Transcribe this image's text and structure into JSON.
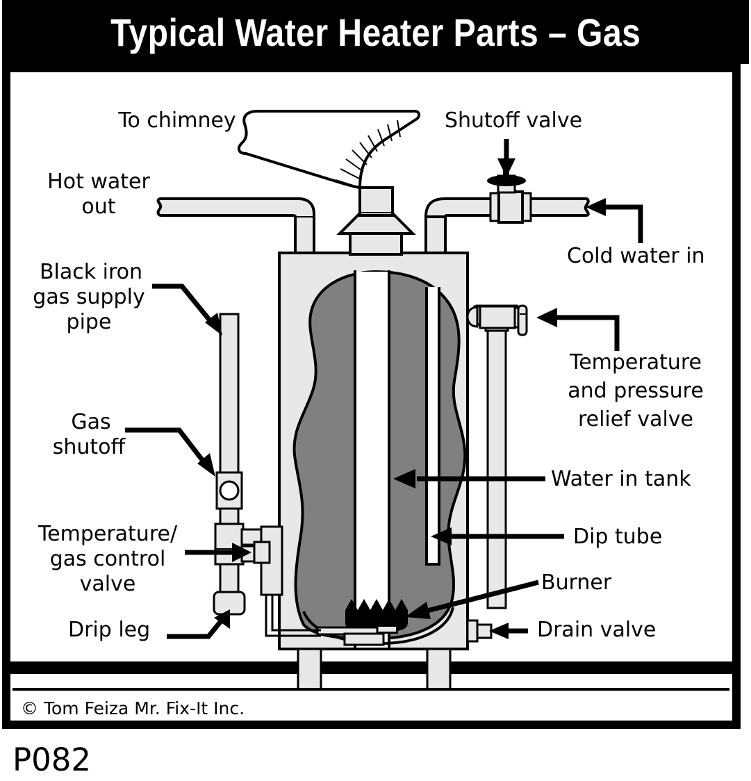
{
  "title": "Typical Water Heater Parts – Gas",
  "footer": {
    "credit": "© Tom Feiza Mr. Fix-It Inc.",
    "code": "P082"
  },
  "colors": {
    "border": "#000000",
    "title_bar": "#000000",
    "title_text": "#ffffff",
    "jacket": "#e8e8e8",
    "water": "#808080",
    "pipe": "#e8e8e8",
    "background": "#ffffff",
    "burner": "#000000"
  },
  "labels": {
    "to_chimney": "To chimney",
    "hot_water_out_line1": "Hot water",
    "hot_water_out_line2": "out",
    "shutoff_valve": "Shutoff valve",
    "cold_water_in": "Cold water in",
    "black_iron_line1": "Black iron",
    "black_iron_line2": "gas supply",
    "black_iron_line3": "pipe",
    "gas_shutoff_line1": "Gas",
    "gas_shutoff_line2": "shutoff",
    "temp_gas_control_line1": "Temperature/",
    "temp_gas_control_line2": "gas control",
    "temp_gas_control_line3": "valve",
    "drip_leg": "Drip leg",
    "tp_relief_line1": "Temperature",
    "tp_relief_line2": "and pressure",
    "tp_relief_line3": "relief valve",
    "water_in_tank": "Water in tank",
    "dip_tube": "Dip tube",
    "burner": "Burner",
    "drain_valve": "Drain valve"
  },
  "parts": [
    {
      "name": "flue-pipe-to-chimney",
      "label": "To chimney"
    },
    {
      "name": "hot-water-outlet-pipe",
      "label": "Hot water out"
    },
    {
      "name": "shutoff-valve",
      "label": "Shutoff valve"
    },
    {
      "name": "cold-water-inlet-pipe",
      "label": "Cold water in"
    },
    {
      "name": "black-iron-gas-supply-pipe",
      "label": "Black iron gas supply pipe"
    },
    {
      "name": "gas-shutoff-valve",
      "label": "Gas shutoff"
    },
    {
      "name": "temperature-gas-control-valve",
      "label": "Temperature/gas control valve"
    },
    {
      "name": "drip-leg",
      "label": "Drip leg"
    },
    {
      "name": "temperature-pressure-relief-valve",
      "label": "Temperature and pressure relief valve"
    },
    {
      "name": "water-in-tank",
      "label": "Water in tank"
    },
    {
      "name": "dip-tube",
      "label": "Dip tube"
    },
    {
      "name": "burner",
      "label": "Burner"
    },
    {
      "name": "drain-valve",
      "label": "Drain valve"
    }
  ]
}
